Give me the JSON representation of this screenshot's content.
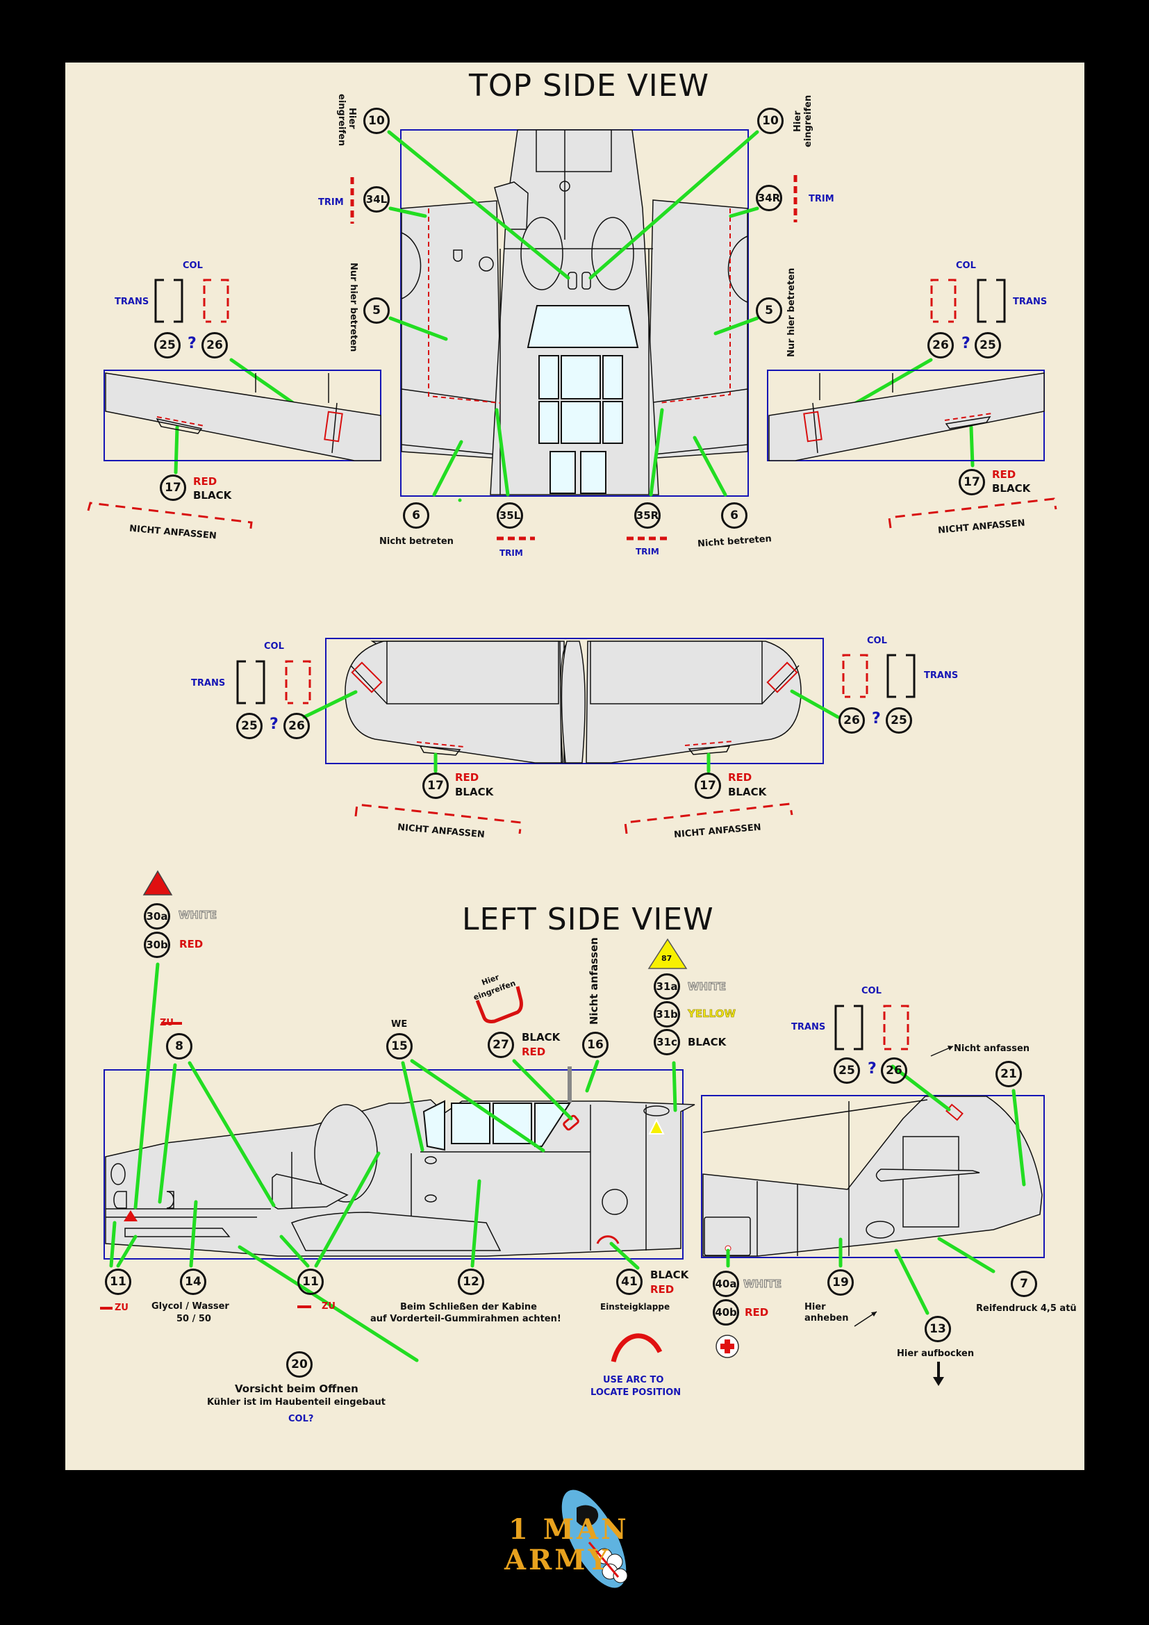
{
  "sheet": {
    "top_view_title": "TOP SIDE VIEW",
    "left_view_title": "LEFT SIDE VIEW"
  },
  "colors": {
    "background": "#000000",
    "sheet": "#f3ecd8",
    "panel": "#e4e4e4",
    "frame": "#1515b5",
    "leader": "#22dd22",
    "red": "#d81010",
    "blue": "#1515b5",
    "glass": "#e8fbff",
    "yellow": "#f7f000"
  },
  "top_view": {
    "callouts": {
      "c10_left": "10",
      "c10_right": "10",
      "c34L": "34L",
      "c34R": "34R",
      "c5_left": "5",
      "c5_right": "5",
      "c25_left": "25",
      "c26_left": "26",
      "c25_right": "25",
      "c26_right": "26",
      "c17_left": "17",
      "c17_right": "17",
      "c6_left": "6",
      "c6_right": "6",
      "c35L": "35L",
      "c35R": "35R"
    },
    "labels": {
      "hier_eingreifen_1": "Hier",
      "hier_eingreifen_2": "eingreifen",
      "trim": "TRIM",
      "nur_hier_betreten": "Nur hier betreten",
      "col": "COL",
      "trans": "TRANS",
      "question": "?",
      "red": "RED",
      "black": "BLACK",
      "nicht_anfassen": "NICHT ANFASSEN",
      "nicht_betreten": "Nicht betreten"
    }
  },
  "bottom_view": {
    "callouts": {
      "c25_left": "25",
      "c26_left": "26",
      "c25_right": "25",
      "c26_right": "26",
      "c17_left": "17",
      "c17_right": "17"
    },
    "labels": {
      "col": "COL",
      "trans": "TRANS",
      "question": "?",
      "red": "RED",
      "black": "BLACK",
      "nicht_anfassen": "NICHT ANFASSEN"
    }
  },
  "left_view": {
    "callouts": {
      "c30a": "30a",
      "c30b": "30b",
      "c8": "8",
      "c15": "15",
      "c27": "27",
      "c16": "16",
      "c31a": "31a",
      "c31b": "31b",
      "c31c": "31c",
      "c25": "25",
      "c26": "26",
      "c21": "21",
      "c11_a": "11",
      "c14": "14",
      "c11_b": "11",
      "c12": "12",
      "c41": "41",
      "c20": "20",
      "c40a": "40a",
      "c40b": "40b",
      "c19": "19",
      "c13": "13",
      "c7": "7"
    },
    "labels": {
      "white": "WHITE",
      "red": "RED",
      "yellow": "YELLOW",
      "black": "BLACK",
      "zu": "ZU",
      "we": "WE",
      "hier_eingreifen_1": "Hier",
      "hier_eingreifen_2": "eingreifen",
      "nicht_anfassen_vert": "Nicht anfassen",
      "triangle_87": "87",
      "col": "COL",
      "trans": "TRANS",
      "question": "?",
      "nicht_anfassen": "Nicht anfassen",
      "glycol_1": "Glycol / Wasser",
      "glycol_2": "50 / 50",
      "kabine_1": "Beim Schließen der Kabine",
      "kabine_2": "auf Vorderteil-Gummirahmen achten!",
      "einsteigklappe": "Einsteigklappe",
      "use_arc_1": "USE ARC TO",
      "use_arc_2": "LOCATE POSITION",
      "vorsicht_1": "Vorsicht beim Offnen",
      "vorsicht_2": "Kühler ist im Haubenteil eingebaut",
      "col_q": "COL?",
      "hier_anheben_1": "Hier",
      "hier_anheben_2": "anheben",
      "hier_aufbocken": "Hier aufbocken",
      "reifendruck": "Reifendruck 4,5 atü"
    }
  },
  "logo": {
    "line1": "1 MAN",
    "line2": "ARMY"
  }
}
